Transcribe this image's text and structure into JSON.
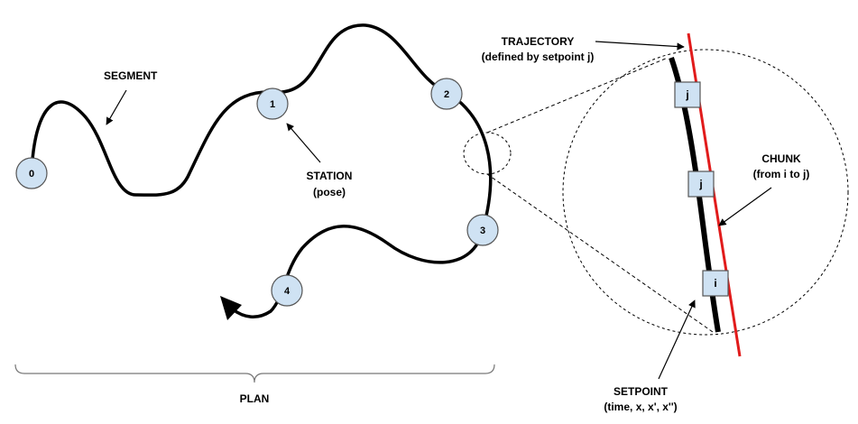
{
  "labels": {
    "segment": "SEGMENT",
    "station_line1": "STATION",
    "station_line2": "(pose)",
    "trajectory_line1": "TRAJECTORY",
    "trajectory_line2": "(defined by setpoint j)",
    "chunk_line1": "CHUNK",
    "chunk_line2": "(from i to j)",
    "setpoint_line1": "SETPOINT",
    "setpoint_line2": "(time, x, x', x'')",
    "plan": "PLAN"
  },
  "stations": [
    "0",
    "1",
    "2",
    "3",
    "4"
  ],
  "setpoints": [
    "j",
    "j",
    "i"
  ],
  "colors": {
    "path": "#000000",
    "trajectory": "#e11b1b",
    "node_fill": "#cfe2f3",
    "node_stroke": "#555555"
  }
}
